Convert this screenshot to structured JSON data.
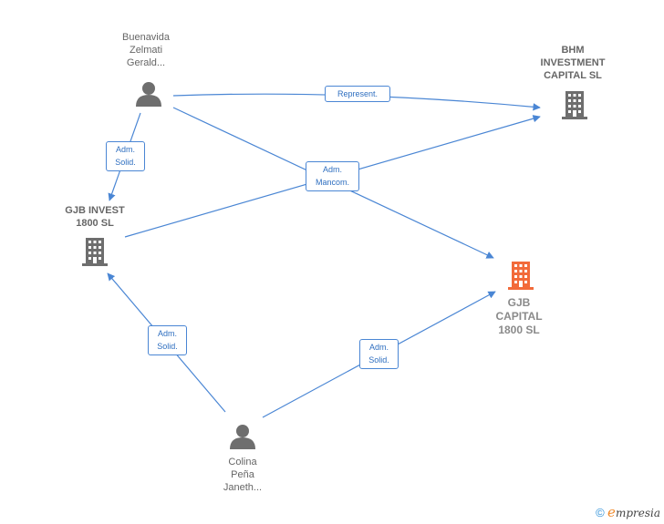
{
  "nodes": {
    "buenavida": {
      "label": "Buenavida\nZelmati\nGerald...",
      "type": "person",
      "color": "#6e6e6e"
    },
    "bhm": {
      "label": "BHM\nINVESTMENT\nCAPITAL  SL",
      "type": "company",
      "color": "#6e6e6e"
    },
    "gjb_invest": {
      "label": "GJB INVEST\n1800  SL",
      "type": "company",
      "color": "#6e6e6e"
    },
    "gjb_capital": {
      "label": "GJB\nCAPITAL\n1800  SL",
      "type": "company",
      "color": "#f26a3a"
    },
    "colina": {
      "label": "Colina\nPeña\nJaneth...",
      "type": "person",
      "color": "#6e6e6e"
    }
  },
  "edges": {
    "represent": {
      "label": "Represent."
    },
    "adm_solid_1": {
      "label": "Adm.\nSolid."
    },
    "adm_mancom": {
      "label": "Adm.\nMancom."
    },
    "adm_solid_2": {
      "label": "Adm.\nSolid."
    },
    "adm_solid_3": {
      "label": "Adm.\nSolid."
    }
  },
  "edge_color": "#4a86d4",
  "footer": {
    "copyright_symbol": "©",
    "brand_initial": "e",
    "brand_rest": "mpresia"
  }
}
